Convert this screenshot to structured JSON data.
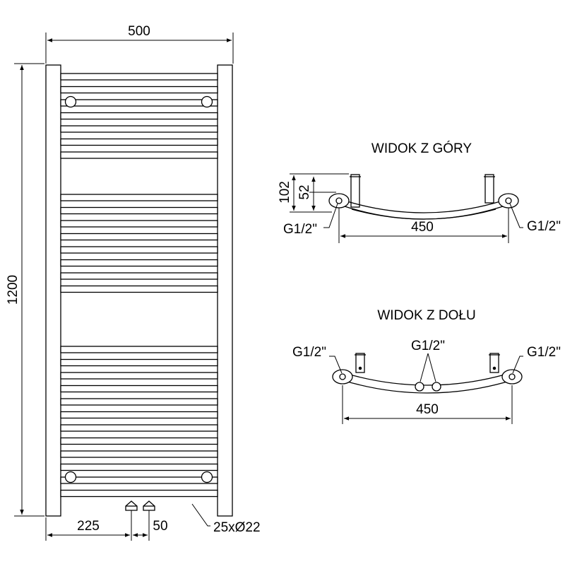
{
  "front_view": {
    "width_label": "500",
    "height_label": "1200",
    "offset_label": "225",
    "spacing_label": "50",
    "tube_label": "25xØ22"
  },
  "top_view": {
    "title": "WIDOK Z GÓRY",
    "depth_total_label": "102",
    "depth_inner_label": "52",
    "left_port_label": "G1/2\"",
    "right_port_label": "G1/2\"",
    "span_label": "450"
  },
  "bottom_view": {
    "title": "WIDOK Z DOŁU",
    "left_port_label": "G1/2\"",
    "center_port_label": "G1/2\"",
    "right_port_label": "G1/2\"",
    "span_label": "450"
  },
  "colors": {
    "line": "#000000",
    "background": "#ffffff"
  }
}
